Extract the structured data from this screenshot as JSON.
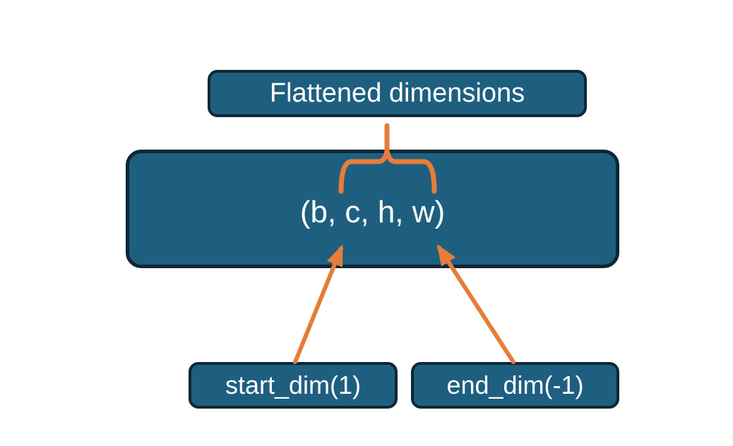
{
  "diagram": {
    "annotation_box": {
      "label": "Flattened dimensions"
    },
    "tensor_box": {
      "label": "(b, c, h, w)"
    },
    "start_dim_box": {
      "label": "start_dim(1)"
    },
    "end_dim_box": {
      "label": "end_dim(-1)"
    },
    "connectors": {
      "brace": "groups the c, h, w dimensions being flattened",
      "start_arrow": "points from start_dim(1) to dimension c",
      "end_arrow": "points from end_dim(-1) to dimension w"
    },
    "colors": {
      "box_fill": "#1e5f80",
      "box_border": "#0e2734",
      "accent_orange": "#e67d38",
      "label_text": "#ffffff",
      "background": "#ffffff"
    }
  }
}
